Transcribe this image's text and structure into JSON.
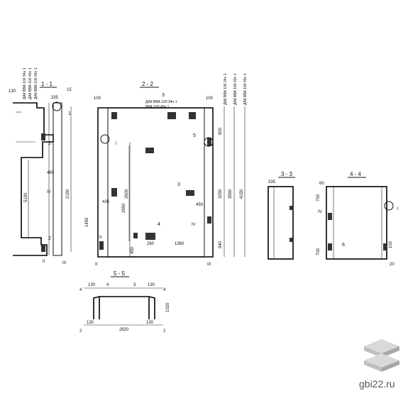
{
  "sections": {
    "s11": "1 - 1",
    "s22": "2 - 2",
    "s33": "3 - 3",
    "s44": "4 - 4",
    "s55": "5 - 5"
  },
  "marks": {
    "m1": "1",
    "m2": "2",
    "m3": "3",
    "m4": "4",
    "m5": "5",
    "m6": "6",
    "mI": "I",
    "mII": "II",
    "mIII": "III",
    "mIV": "IV"
  },
  "notes": {
    "n1": "ДАК ВВА 100 34н 1",
    "n2": "ДАК ВВА 100 40н 1",
    "n3": "ДАК ВВА 100 45н 1",
    "n4": "ДАК ВВА 100 34н 1",
    "n5": "ВВА 100 40н 1"
  },
  "dims": {
    "d335": "335",
    "d15": "15",
    "d130": "130",
    "d460": "460",
    "d2150": "2150",
    "d1450": "1450",
    "d5190": "5190",
    "d100": "100",
    "d435": "435",
    "d2850": "2850",
    "d2600": "2600",
    "d3250": "3250",
    "d3550": "3550",
    "d4150": "4150",
    "d800": "800",
    "d260": "260",
    "d1360": "1360",
    "d940": "940",
    "d450": "450",
    "d60": "60",
    "d700": "700",
    "d20": "20",
    "d2820": "2820",
    "d1020": "1020"
  },
  "brand": {
    "site": "gbi22.ru",
    "colors": {
      "top": "#d9d9d9",
      "mid": "#bfbfbf",
      "bottom": "#a6a6a6"
    }
  }
}
